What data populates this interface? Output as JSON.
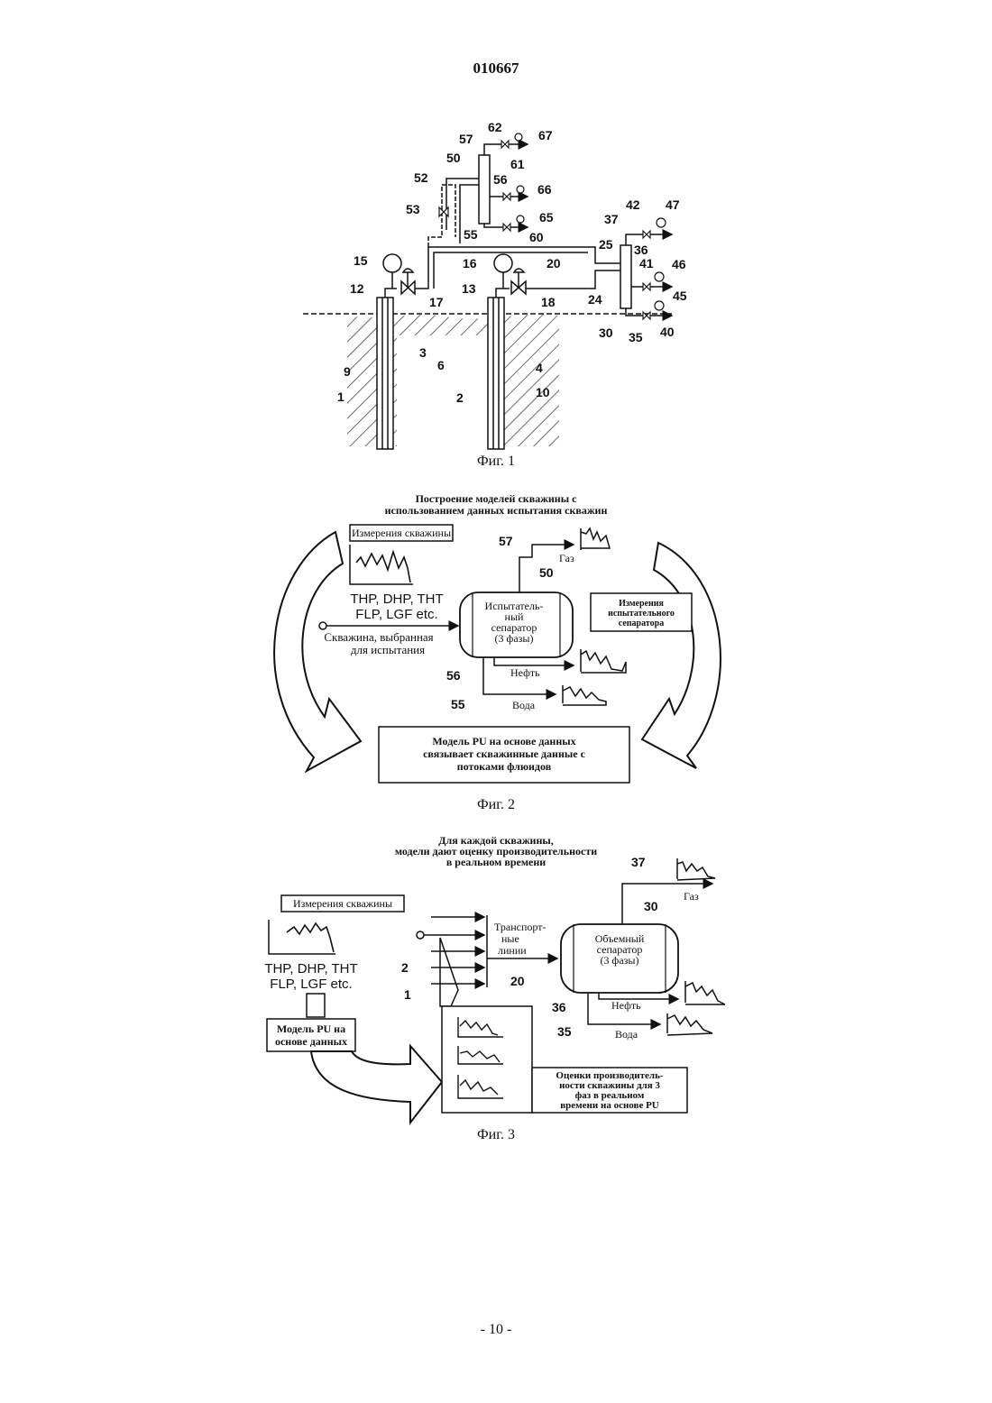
{
  "header": {
    "doc_number": "010667"
  },
  "footer": {
    "page_label": "- 10 -"
  },
  "fig1": {
    "caption": "Фиг. 1",
    "refs": {
      "r1": "1",
      "r2": "2",
      "r3": "3",
      "r4": "4",
      "r6": "6",
      "r9": "9",
      "r10": "10",
      "r12": "12",
      "r13": "13",
      "r15": "15",
      "r16": "16",
      "r17": "17",
      "r18": "18",
      "r20": "20",
      "r24": "24",
      "r25": "25",
      "r30": "30",
      "r35": "35",
      "r36": "36",
      "r37": "37",
      "r40": "40",
      "r41": "41",
      "r42": "42",
      "r45": "45",
      "r46": "46",
      "r47": "47",
      "r50": "50",
      "r52": "52",
      "r53": "53",
      "r55": "55",
      "r56": "56",
      "r57": "57",
      "r60": "60",
      "r61": "61",
      "r62": "62",
      "r65": "65",
      "r66": "66",
      "r67": "67"
    }
  },
  "fig2": {
    "caption": "Фиг. 2",
    "title_line1": "Построение моделей скважины с",
    "title_line2": "использованием данных испытания скважин",
    "well_measurements": "Измерения скважины",
    "params_line1": "THP, DHP, THT",
    "params_line2": "FLP, LGF etc.",
    "well_selected_line1": "Скважина, выбранная",
    "well_selected_line2": "для испытания",
    "separator_line1": "Испытатель-",
    "separator_line2": "ный",
    "separator_line3": "сепаратор",
    "separator_line4": "(3 фазы)",
    "test_sep_meas_line1": "Измерения",
    "test_sep_meas_line2": "испытательного",
    "test_sep_meas_line3": "сепаратора",
    "gas": "Газ",
    "oil": "Нефть",
    "water": "Вода",
    "ref57": "57",
    "ref50": "50",
    "ref56": "56",
    "ref55": "55",
    "model_line1": "Модель PU на основе данных",
    "model_line2": "связывает скважинные данные с",
    "model_line3": "потоками флюидов"
  },
  "fig3": {
    "caption": "Фиг. 3",
    "title_line1": "Для каждой скважины,",
    "title_line2": "модели дают оценку производительности",
    "title_line3": "в реальном времени",
    "well_measurements": "Измерения скважины",
    "params_line1": "THP, DHP, THT",
    "params_line2": "FLP, LGF etc.",
    "model_line1": "Модель PU на",
    "model_line2": "основе данных",
    "transport_line1": "Транспорт-",
    "transport_line2": "ные",
    "transport_line3": "линии",
    "separator_line1": "Объемный",
    "separator_line2": "сепаратор",
    "separator_line3": "(3 фазы)",
    "gas": "Газ",
    "oil": "Нефть",
    "water": "Вода",
    "ref37": "37",
    "ref30": "30",
    "ref20": "20",
    "ref36": "36",
    "ref35": "35",
    "ref2": "2",
    "ref1": "1",
    "estimates_line1": "Оценки производитель-",
    "estimates_line2": "ности скважины для 3",
    "estimates_line3": "фаз в реальном",
    "estimates_line4": "времени на основе PU"
  }
}
